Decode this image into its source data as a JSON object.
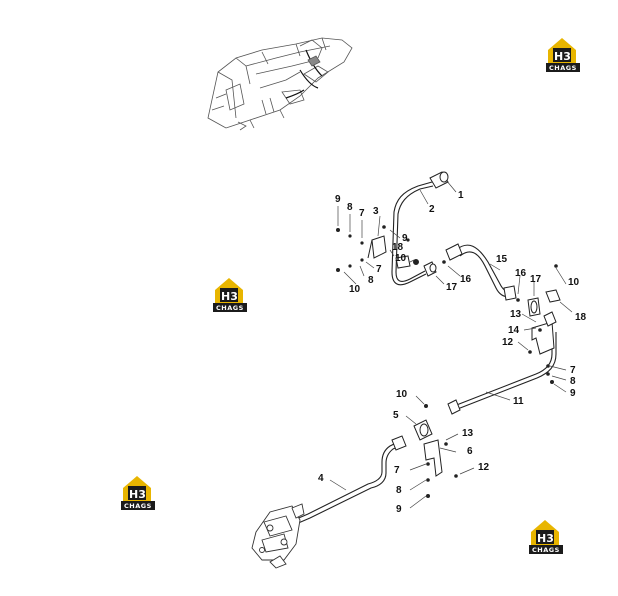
{
  "diagram": {
    "callouts": [
      "1",
      "2",
      "3",
      "7",
      "8",
      "9",
      "9",
      "18",
      "10",
      "7",
      "8",
      "10",
      "16",
      "17",
      "15",
      "16",
      "17",
      "10",
      "18",
      "13",
      "14",
      "12",
      "7",
      "8",
      "9",
      "11",
      "10",
      "5",
      "13",
      "6",
      "7",
      "12",
      "4",
      "8",
      "9"
    ]
  },
  "logos": {
    "letters": "H3",
    "text": "CHAGS",
    "colors": {
      "gold": "#e8b500",
      "dark": "#1b1b1b"
    },
    "count": 4
  }
}
